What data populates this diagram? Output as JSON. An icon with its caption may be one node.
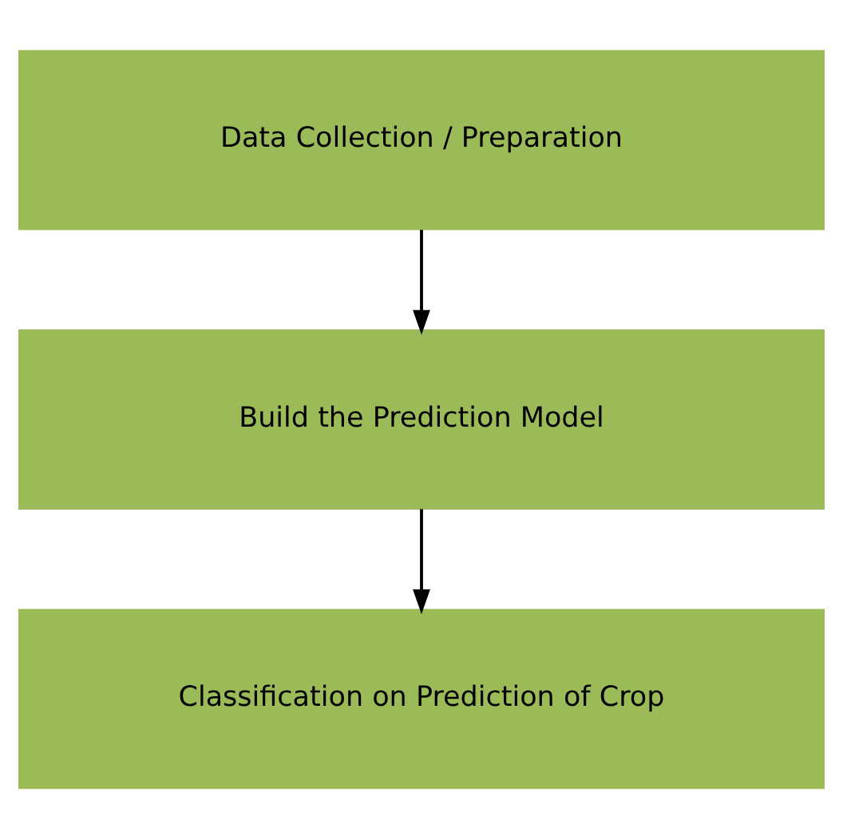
{
  "diagram": {
    "nodes": [
      {
        "text": [
          "Data Collection / Preparation"
        ]
      },
      {
        "text": [
          "Build the Prediction Model"
        ]
      },
      {
        "text": [
          "Classification on Prediction of Crop"
        ]
      }
    ],
    "edges": [
      {
        "from": 0,
        "to": 1,
        "arrow": "to"
      },
      {
        "from": 1,
        "to": 2,
        "arrow": "to"
      }
    ]
  }
}
